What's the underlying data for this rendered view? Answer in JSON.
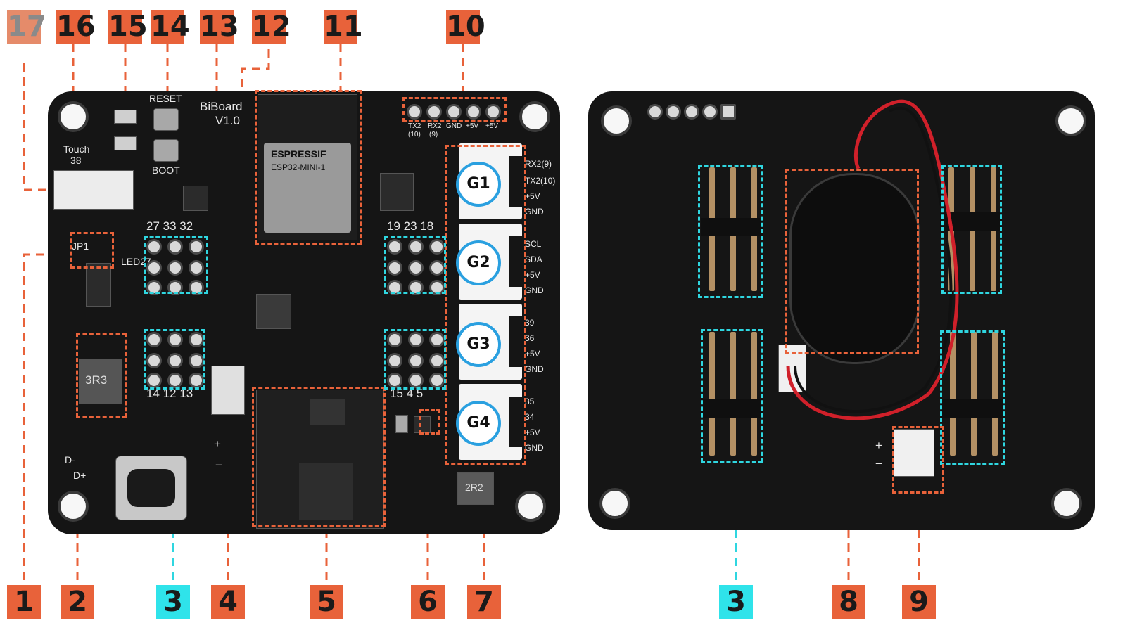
{
  "labels": {
    "l1": "1",
    "l2": "2",
    "l3": "3",
    "l3b": "3",
    "l4": "4",
    "l5": "5",
    "l6": "6",
    "l7": "7",
    "l8": "8",
    "l9": "9",
    "l10": "10",
    "l11": "11",
    "l12": "12",
    "l13": "13",
    "l14": "14",
    "l15": "15",
    "l16": "16",
    "l17": "17"
  },
  "silkscreen": {
    "board_name": "BiBoard",
    "board_version": "V1.0",
    "reset": "RESET",
    "boot": "BOOT",
    "touch": "Touch",
    "touch_pin": "38",
    "module_brand": "ESPRESSIF",
    "module_model": "ESP32-MINI-1",
    "jp1": "JP1",
    "led27": "LED27",
    "pins_top_left": "27 33 32",
    "pins_top_right": "19 23 18",
    "pins_bottom_left": "14 12 13",
    "pins_bottom_right": "15 4 5",
    "dminus": "D-",
    "dplus": "D+",
    "plus": "+",
    "minus": "−",
    "inductor": "3R3",
    "inductor2": "2R2",
    "serial_tx2": "TX2",
    "serial_tx2_pin": "(10)",
    "serial_rx2": "RX2",
    "serial_rx2_pin": "(9)",
    "serial_gnd": "GND",
    "serial_5v_a": "+5V",
    "serial_5v_b": "+5V",
    "g1_pins": [
      "RX2(9)",
      "TX2(10)",
      "+5V",
      "GND"
    ],
    "g2_pins": [
      "SCL",
      "SDA",
      "+5V",
      "GND"
    ],
    "g3_pins": [
      "39",
      "36",
      "+5V",
      "GND"
    ],
    "g4_pins": [
      "35",
      "34",
      "+5V",
      "GND"
    ],
    "back_plus": "+",
    "back_minus": "−"
  },
  "grove_ports": [
    "G1",
    "G2",
    "G3",
    "G4"
  ],
  "colors": {
    "callout_orange": "#e8623a",
    "callout_cyan": "#2fe3ea",
    "board": "#151515",
    "grove_ring": "#2aa0e0"
  }
}
